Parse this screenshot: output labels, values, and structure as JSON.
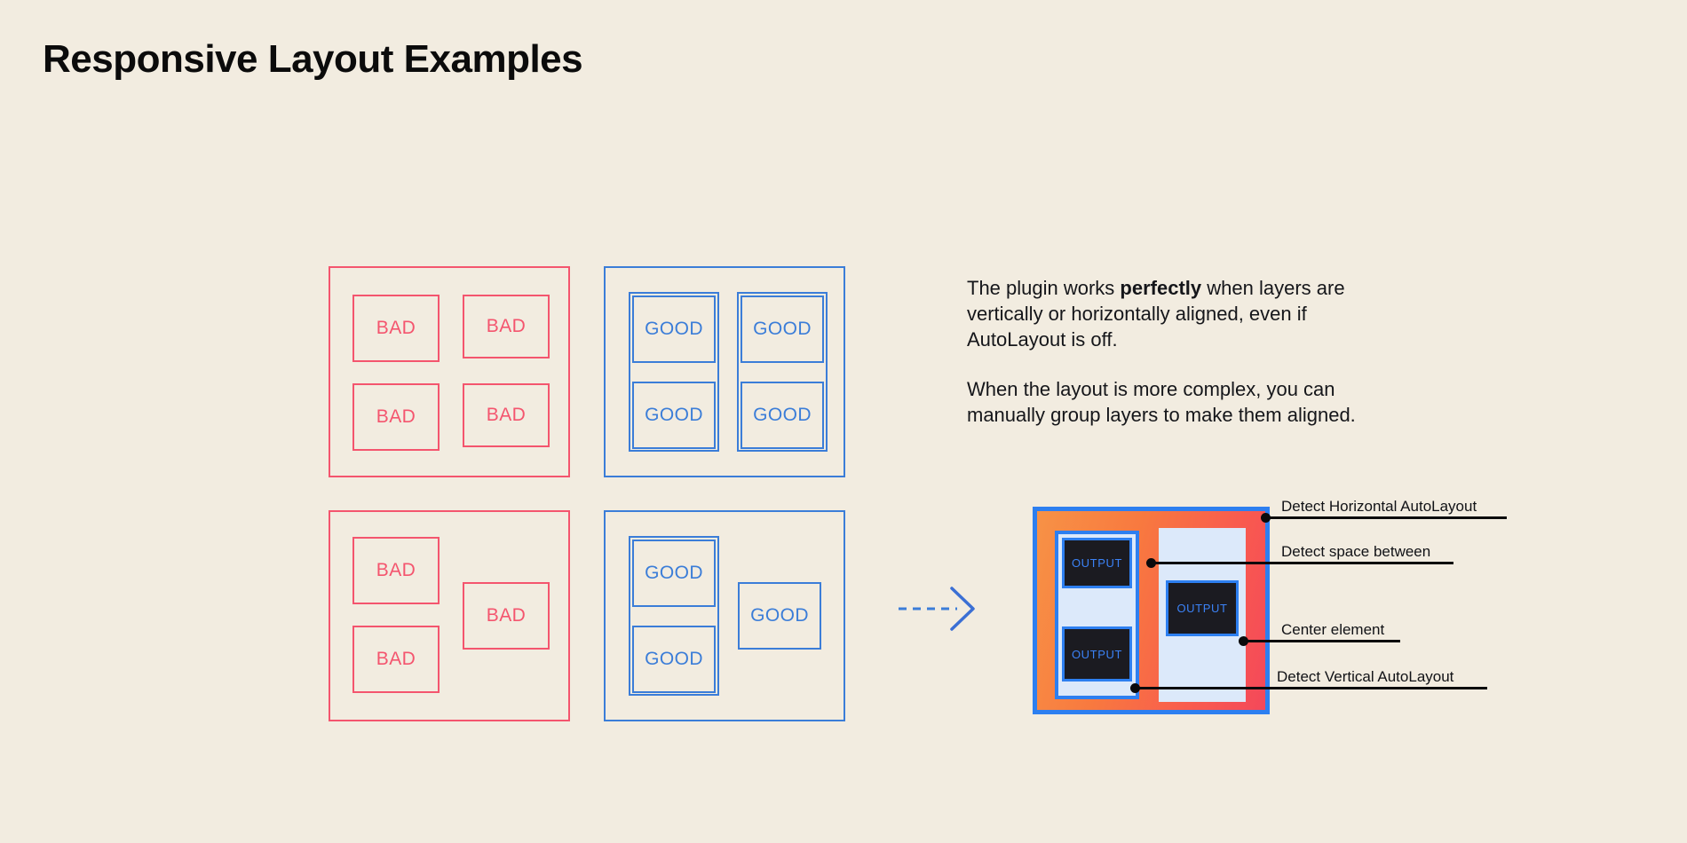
{
  "page": {
    "title": "Responsive Layout Examples",
    "background_color": "#F2ECE0"
  },
  "colors": {
    "bad": "#F4556E",
    "good": "#3B7DD8",
    "accent_blue": "#2D7FF0",
    "output_text": "#3B82F6",
    "panel_light_blue": "#DCE9FA",
    "output_box": "#1B1B21",
    "gradient_from": "#F79246",
    "gradient_to": "#F4485A",
    "text": "#111216"
  },
  "labels": {
    "bad": "BAD",
    "good": "GOOD",
    "output": "OUTPUT"
  },
  "examples": {
    "bad_grid": {
      "name": "bad-aligned-grid",
      "cells": [
        "BAD",
        "BAD",
        "BAD",
        "BAD"
      ]
    },
    "good_grid": {
      "name": "good-aligned-grid",
      "cells": [
        "GOOD",
        "GOOD",
        "GOOD",
        "GOOD"
      ]
    },
    "bad_complex": {
      "name": "bad-complex-layout",
      "cells": [
        "BAD",
        "BAD",
        "BAD"
      ]
    },
    "good_complex": {
      "name": "good-complex-layout",
      "cells": [
        "GOOD",
        "GOOD",
        "GOOD"
      ]
    }
  },
  "copy": {
    "paragraph1_part1": "The plugin works ",
    "paragraph1_bold": "perfectly",
    "paragraph1_part2": " when layers are vertically or horizontally aligned, even if AutoLayout is off.",
    "paragraph2": "When the layout is more complex, you can manually group layers to make them aligned."
  },
  "mockup": {
    "outputs": [
      "OUTPUT",
      "OUTPUT",
      "OUTPUT"
    ],
    "annotations": [
      {
        "label": "Detect Horizontal AutoLayout"
      },
      {
        "label": "Detect space between"
      },
      {
        "label": "Center element"
      },
      {
        "label": "Detect Vertical AutoLayout"
      }
    ]
  }
}
